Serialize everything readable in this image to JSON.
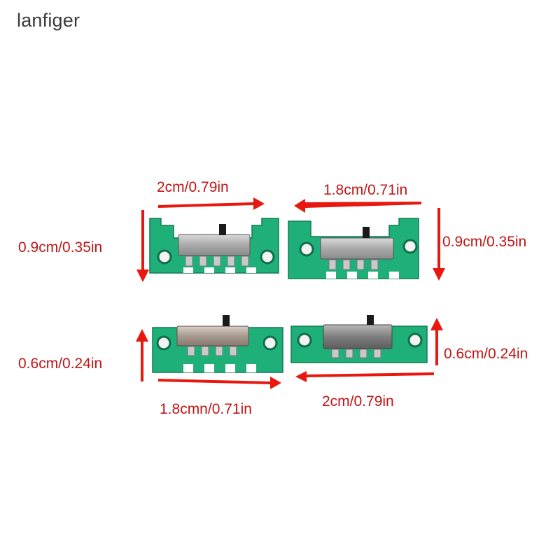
{
  "brand": "lanfiger",
  "colors": {
    "arrow": "#e8170f",
    "label": "#c21414",
    "pcb": "#1fb07a",
    "pcb_dark": "#127a52"
  },
  "dimensions": {
    "top_left_width": "2cm/0.79in",
    "top_left_height": "0.9cm/0.35in",
    "top_right_width": "1.8cm/0.71in",
    "top_right_height": "0.9cm/0.35in",
    "bottom_left_width": "1.8cmn/0.71in",
    "bottom_left_height": "0.6cm/0.24in",
    "bottom_right_width": "2cm/0.79in",
    "bottom_right_height": "0.6cm/0.24in"
  }
}
